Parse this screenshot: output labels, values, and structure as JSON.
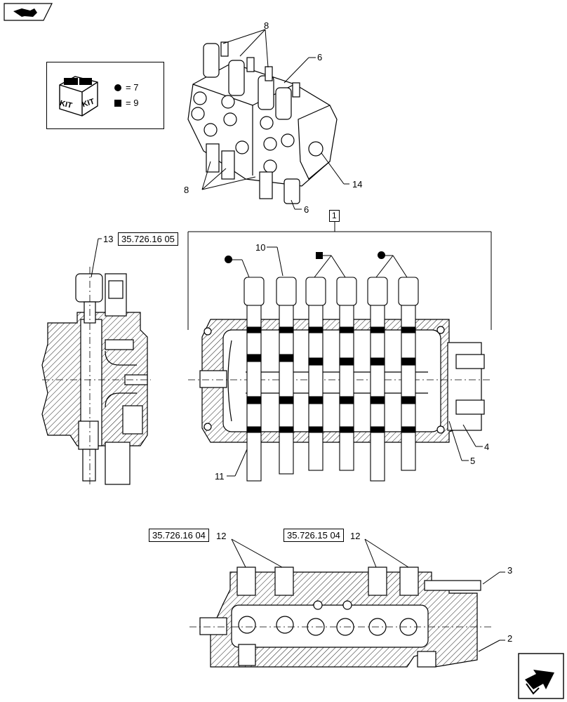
{
  "legend": {
    "kit_text_1": "KIT",
    "kit_text_2": "KIT",
    "circle_eq": "= 7",
    "square_eq": "= 9"
  },
  "references": {
    "ref_a": "35.726.16 05",
    "ref_b": "35.726.16 04",
    "ref_c": "35.726.15 04"
  },
  "callouts": {
    "c1": "1",
    "c2": "2",
    "c3": "3",
    "c4": "4",
    "c5": "5",
    "c6a": "6",
    "c6b": "6",
    "c8a": "8",
    "c8b": "8",
    "c10": "10",
    "c11": "11",
    "c12a": "12",
    "c12b": "12",
    "c13": "13",
    "c14": "14"
  },
  "icons": {
    "top_left": "folder-arrow-icon",
    "bottom_right": "next-page-arrow-icon"
  }
}
